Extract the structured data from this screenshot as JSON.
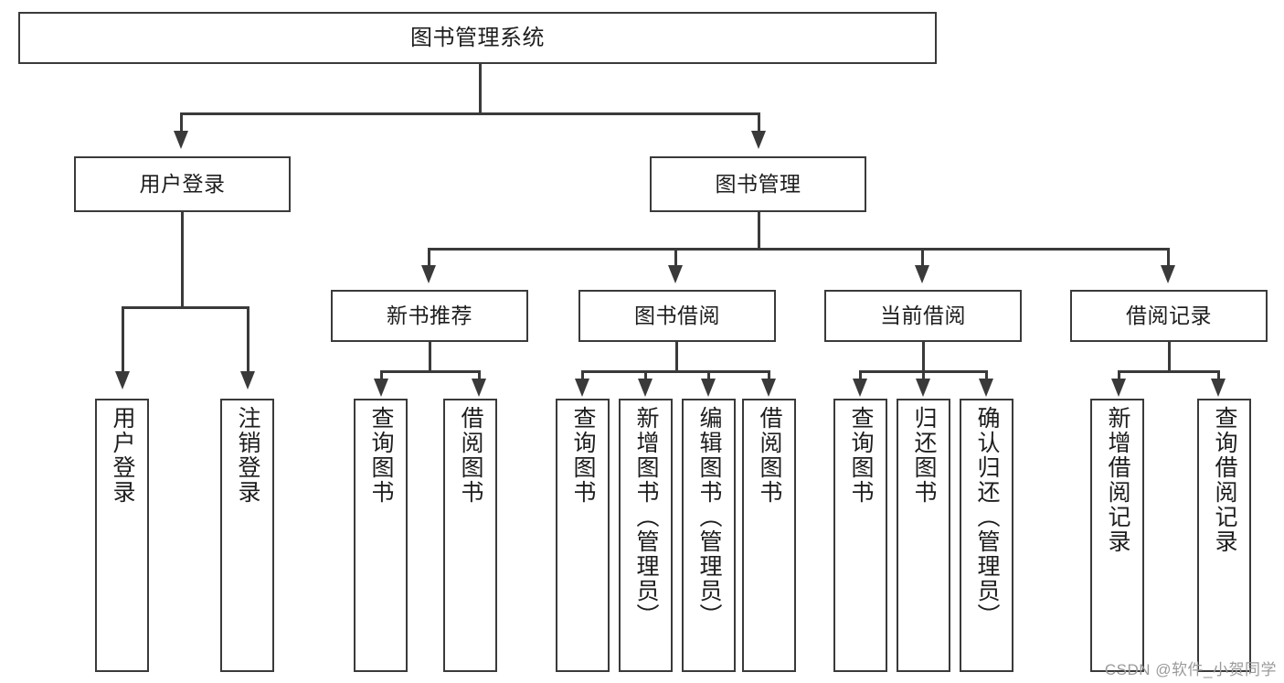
{
  "diagram": {
    "type": "tree-hierarchy-chart",
    "title": "图书管理系统",
    "orientation": "top-down",
    "colors": {
      "stroke": "#3a3a3a",
      "fill": "#ffffff",
      "text": "#1d1d1d",
      "watermark": "#9a9a9a"
    },
    "levels": {
      "root": {
        "label": "图书管理系统"
      },
      "level1": [
        {
          "label": "用户登录"
        },
        {
          "label": "图书管理"
        }
      ],
      "level2": [
        {
          "label": "新书推荐"
        },
        {
          "label": "图书借阅"
        },
        {
          "label": "当前借阅"
        },
        {
          "label": "借阅记录"
        }
      ],
      "leaves": {
        "user_login": [
          {
            "label": "用户登录"
          },
          {
            "label": "注销登录"
          }
        ],
        "new_book_recommend": [
          {
            "label": "查询图书"
          },
          {
            "label": "借阅图书"
          }
        ],
        "book_borrow": [
          {
            "label": "查询图书"
          },
          {
            "label": "新增图书（管理员）"
          },
          {
            "label": "编辑图书（管理员）"
          },
          {
            "label": "借阅图书"
          }
        ],
        "current_borrow": [
          {
            "label": "查询图书"
          },
          {
            "label": "归还图书"
          },
          {
            "label": "确认归还（管理员）"
          }
        ],
        "borrow_records": [
          {
            "label": "新增借阅记录"
          },
          {
            "label": "查询借阅记录"
          }
        ]
      }
    },
    "edges": [
      {
        "from": "图书管理系统",
        "to": "用户登录"
      },
      {
        "from": "图书管理系统",
        "to": "图书管理"
      },
      {
        "from": "图书管理",
        "to": "新书推荐"
      },
      {
        "from": "图书管理",
        "to": "图书借阅"
      },
      {
        "from": "图书管理",
        "to": "当前借阅"
      },
      {
        "from": "图书管理",
        "to": "借阅记录"
      },
      {
        "from": "用户登录",
        "to": "用户登录"
      },
      {
        "from": "用户登录",
        "to": "注销登录"
      },
      {
        "from": "新书推荐",
        "to": "查询图书"
      },
      {
        "from": "新书推荐",
        "to": "借阅图书"
      },
      {
        "from": "图书借阅",
        "to": "查询图书"
      },
      {
        "from": "图书借阅",
        "to": "新增图书（管理员）"
      },
      {
        "from": "图书借阅",
        "to": "编辑图书（管理员）"
      },
      {
        "from": "图书借阅",
        "to": "借阅图书"
      },
      {
        "from": "当前借阅",
        "to": "查询图书"
      },
      {
        "from": "当前借阅",
        "to": "归还图书"
      },
      {
        "from": "当前借阅",
        "to": "确认归还（管理员）"
      },
      {
        "from": "借阅记录",
        "to": "新增借阅记录"
      },
      {
        "from": "借阅记录",
        "to": "查询借阅记录"
      }
    ]
  },
  "watermark": {
    "text": "CSDN @软件_小贺同学"
  }
}
